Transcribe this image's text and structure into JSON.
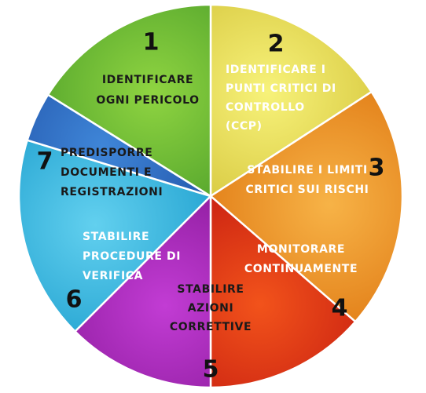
{
  "wheel": {
    "segments": [
      {
        "number": "1",
        "lines": [
          "IDENTIFICARE",
          "OGNI PERICOLO"
        ],
        "color": "#d4c43a",
        "color_light": "#f7f27a",
        "text_color": "#1a1a1a"
      },
      {
        "number": "2",
        "lines": [
          "IDENTIFICARE I",
          "PUNTI CRITICI DI",
          "CONTROLLO",
          "(CCP)"
        ],
        "color": "#e07a14",
        "color_light": "#f7b347",
        "text_color": "#ffffff"
      },
      {
        "number": "3",
        "lines": [
          "STABILIRE I LIMITI",
          "CRITICI SUI RISCHI"
        ],
        "color": "#c41a10",
        "color_light": "#f2531b",
        "text_color": "#ffffff"
      },
      {
        "number": "4",
        "lines": [
          "MONITORARE",
          "CONTINUAMENTE"
        ],
        "color": "#8a1a9a",
        "color_light": "#c23cd4",
        "text_color": "#ffffff"
      },
      {
        "number": "5",
        "lines": [
          "STABILIRE",
          "AZIONI",
          "CORRETTIVE"
        ],
        "color": "#1e9fce",
        "color_light": "#62d0ef",
        "text_color": "#1a1a1a"
      },
      {
        "number": "6",
        "lines": [
          "STABILIRE",
          "PROCEDURE DI",
          "VERIFICA"
        ],
        "color": "#1f4fa5",
        "color_light": "#3f86d8",
        "text_color": "#ffffff"
      },
      {
        "number": "7",
        "lines": [
          "PREDISPORRE",
          "DOCUMENTI E",
          "REGISTRAZIONI"
        ],
        "color": "#4ea02a",
        "color_light": "#8fd441",
        "text_color": "#1a1a1a"
      }
    ]
  }
}
